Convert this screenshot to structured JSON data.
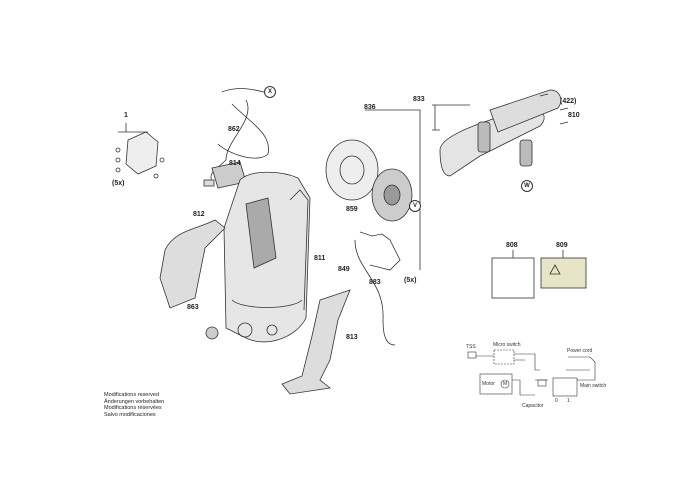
{
  "parts": {
    "p1": "1",
    "p1_qty": "(5x)",
    "p862": "862",
    "x_marker": "X",
    "p814": "814",
    "p812": "812",
    "p811": "811",
    "p863": "863",
    "p813": "813",
    "p836": "836",
    "v_marker": "V",
    "p859": "859",
    "p849": "849",
    "p883": "883",
    "p883_qty": "(5x)",
    "p833": "833",
    "p422": "(422)",
    "p810": "810",
    "w_marker": "W",
    "p808": "808",
    "p809": "809"
  },
  "circuit": {
    "tss": "TSS",
    "micro_switch": "Micro switch",
    "power_cord": "Power cord",
    "motor": "Motor",
    "motor_symbol": "M",
    "main_switch": "Main switch",
    "capacitor": "Capacitor",
    "pos_0": "0",
    "pos_1": "1"
  },
  "notes": [
    "Modifications reserved",
    "Änderungen vorbehalten",
    "Modifications réservées",
    "Salvo modificaciones"
  ]
}
